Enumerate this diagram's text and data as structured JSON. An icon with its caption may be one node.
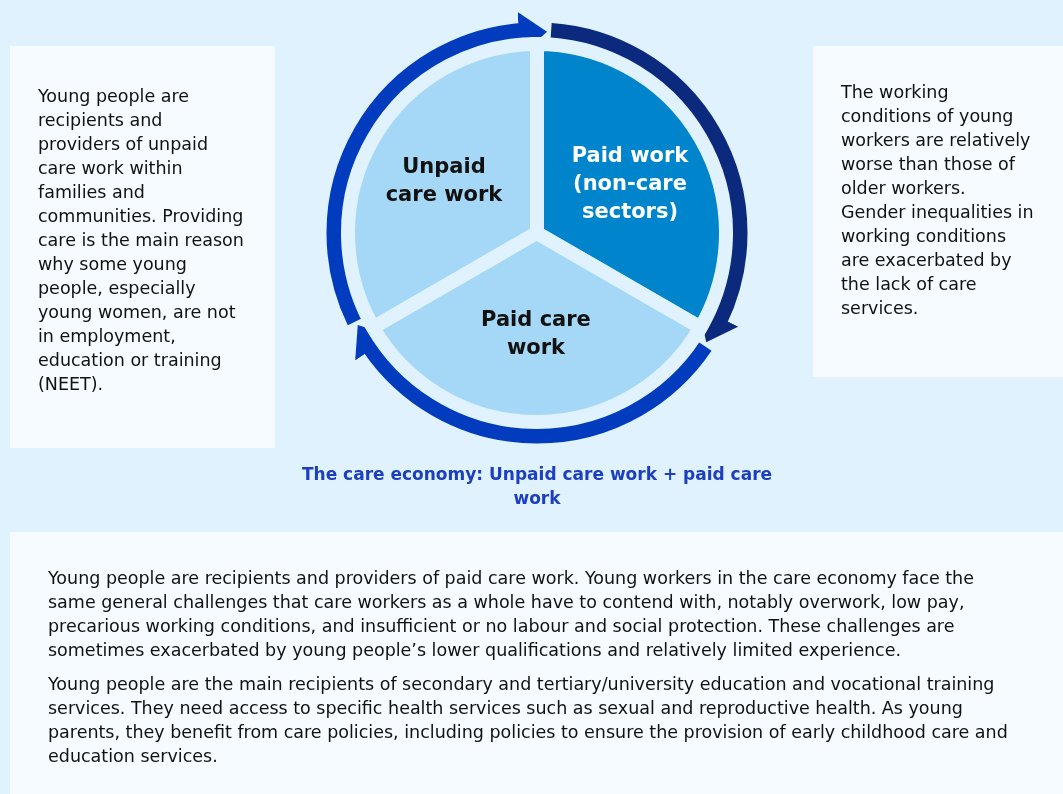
{
  "diagram": {
    "caption": "The care economy: Unpaid care work + paid care work",
    "nodes": [
      {
        "text": [
          "Young people are recipients and providers of unpaid care work within families and communities. Providing care is the main reason why some young people, especially young women, are not in employment, education or training (NEET)."
        ]
      },
      {
        "text": [
          "Unpaid care work"
        ]
      },
      {
        "text": [
          "Paid work (non-care sectors)"
        ]
      },
      {
        "text": [
          "Paid care work"
        ]
      },
      {
        "text": [
          "The working conditions of young workers are relatively worse than those of older workers. Gender inequalities in working conditions are exacerbated by the lack of care services."
        ]
      },
      {
        "text": [
          "Young people are recipients and providers of paid care work. Young workers in the care economy face the same general challenges that care workers as a whole have to contend with, notably overwork, low pay, precarious working conditions, and insufficient or no labour and social protection. These challenges are sometimes exacerbated by young people’s lower qualifications and relatively limited experience.",
          "Young people are the main recipients of secondary and tertiary/university education and vocational training services. They need access to specific health services such as sexual and reproductive health. As young parents, they benefit from care policies, including policies to ensure the provision of early childhood care and education services."
        ]
      }
    ],
    "edges": [
      {
        "from": 1,
        "to": 2,
        "arrow": "to"
      },
      {
        "from": 2,
        "to": 3,
        "arrow": "to",
        "color": "#0b2a7e"
      },
      {
        "from": 3,
        "to": 1,
        "arrow": "to"
      }
    ]
  }
}
